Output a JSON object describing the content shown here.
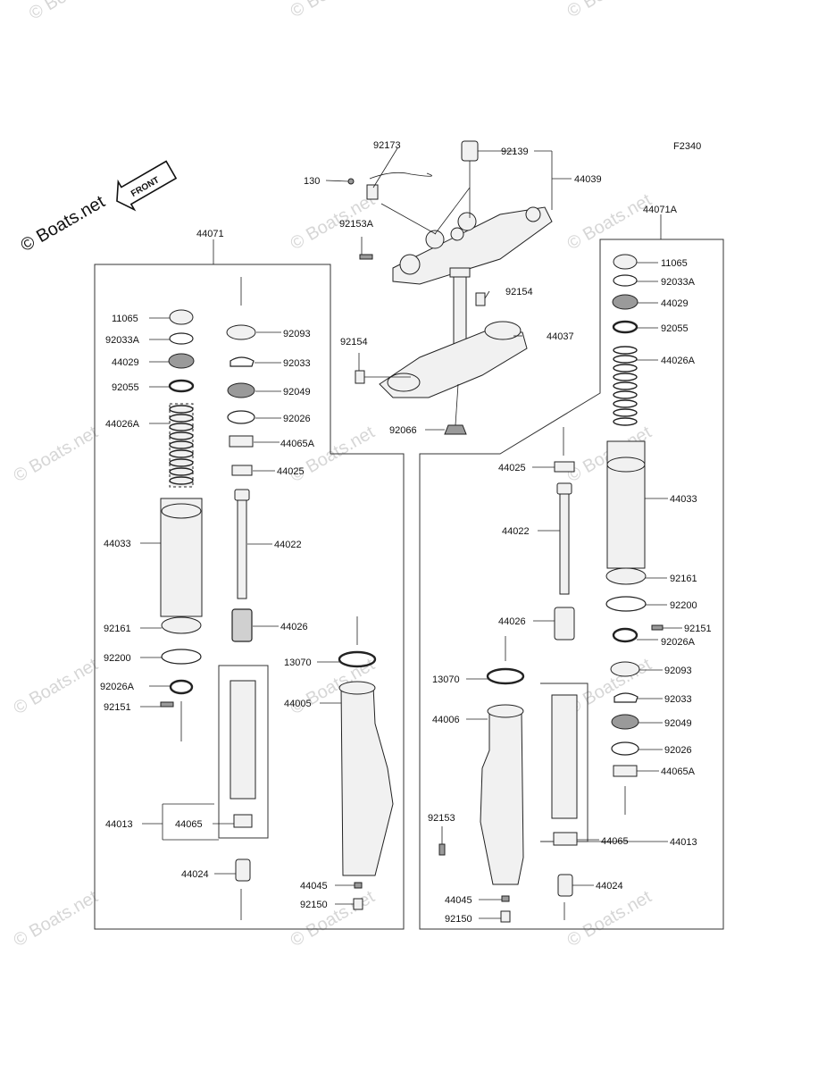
{
  "watermark": "© Boats.net",
  "figure_code": "F2340",
  "front_badge": "FRONT",
  "labels": {
    "l130": "130",
    "l92173": "92173",
    "l92139": "92139",
    "l44039": "44039",
    "l92153A": "92153A",
    "l92154a": "92154",
    "l92154b": "92154",
    "l44037": "44037",
    "l92066": "92066",
    "l44071": "44071",
    "l44071A": "44071A",
    "L": {
      "11065": "11065",
      "92033A": "92033A",
      "44029": "44029",
      "92055": "92055",
      "44026A": "44026A",
      "44033": "44033",
      "92161": "92161",
      "92200": "92200",
      "92026A": "92026A",
      "92151": "92151",
      "44013": "44013",
      "44065": "44065",
      "44024": "44024",
      "92093": "92093",
      "92033": "92033",
      "92049": "92049",
      "92026": "92026",
      "44065A": "44065A",
      "44025": "44025",
      "44022": "44022",
      "44026": "44026",
      "13070": "13070",
      "44005": "44005",
      "44045": "44045",
      "92150": "92150"
    },
    "R": {
      "11065": "11065",
      "92033A": "92033A",
      "44029": "44029",
      "92055": "92055",
      "44026A": "44026A",
      "44025": "44025",
      "44033": "44033",
      "44022": "44022",
      "92161": "92161",
      "92200": "92200",
      "44026": "44026",
      "92151": "92151",
      "92026A": "92026A",
      "13070": "13070",
      "92093": "92093",
      "44006": "44006",
      "92033": "92033",
      "92049": "92049",
      "92026": "92026",
      "44065A": "44065A",
      "92153": "92153",
      "44065": "44065",
      "44013": "44013",
      "44024": "44024",
      "44045": "44045",
      "92150": "92150"
    }
  }
}
